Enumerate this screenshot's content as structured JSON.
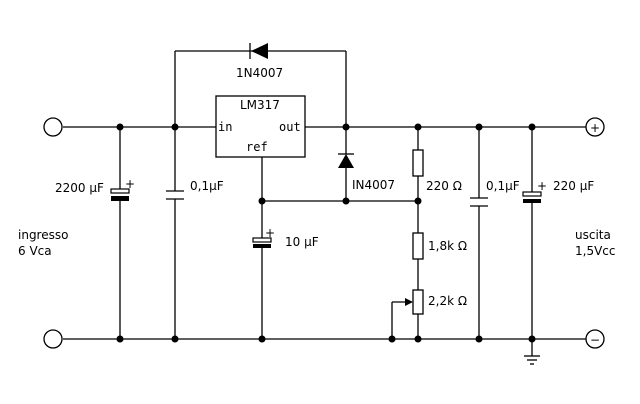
{
  "circuit": {
    "regulator": {
      "name": "LM317",
      "pin_in": "in",
      "pin_out": "out",
      "pin_ref": "ref"
    },
    "diode_top": "1N4007",
    "diode_side": "IN4007",
    "cap_input_bulk": "2200 µF",
    "cap_input_small": "0,1µF",
    "cap_ref": "10 µF",
    "res_top": "220 Ω",
    "res_mid": "1,8k Ω",
    "pot": "2,2k Ω",
    "cap_output_small": "0,1µF",
    "cap_output_bulk": "220 µF",
    "polarity_plus": "+",
    "input_label_line1": "ingresso",
    "input_label_line2": "6 Vca",
    "output_label_line1": "uscita",
    "output_label_line2": "1,5Vcc",
    "terminal_positive": "+",
    "terminal_negative": "−"
  }
}
